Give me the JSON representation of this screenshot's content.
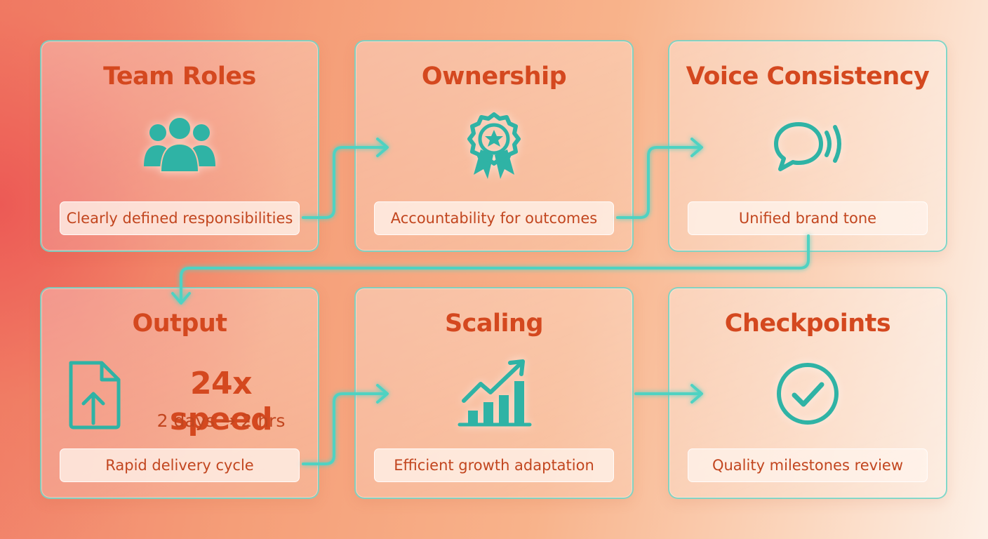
{
  "cards": [
    {
      "title": "Team Roles",
      "label": "Clearly defined responsibilities",
      "icon": "people-group-icon"
    },
    {
      "title": "Ownership",
      "label": "Accountability for outcomes",
      "icon": "award-badge-icon"
    },
    {
      "title": "Voice Consistency",
      "label": "Unified brand tone",
      "icon": "speech-bubble-sound-icon"
    },
    {
      "title": "Output",
      "label": "Rapid delivery cycle",
      "icon": "file-upload-icon",
      "metric": "24x speed",
      "metric_sub": "2 days → 2 hrs"
    },
    {
      "title": "Scaling",
      "label": "Efficient growth adaptation",
      "icon": "growth-chart-icon"
    },
    {
      "title": "Checkpoints",
      "label": "Quality milestones review",
      "icon": "check-circle-icon"
    }
  ],
  "colors": {
    "accent": "#d4481f",
    "teal": "#2fb3a5",
    "connector": "#5ad8c8"
  }
}
